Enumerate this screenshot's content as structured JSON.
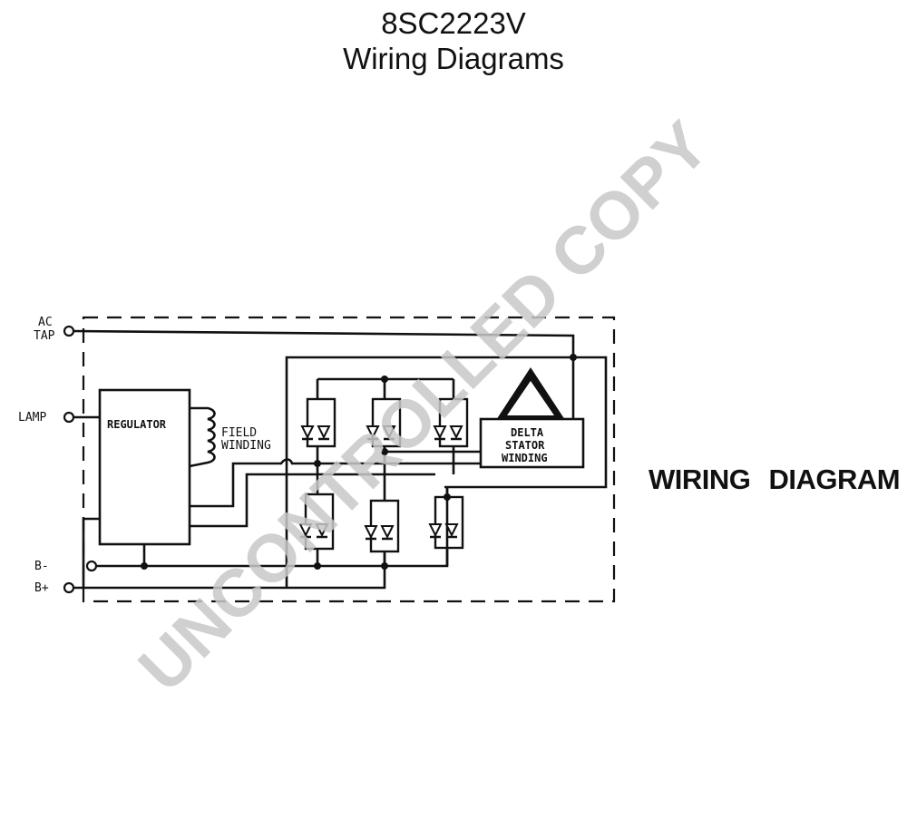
{
  "header": {
    "part_number": "8SC2223V",
    "subtitle": "Wiring Diagrams"
  },
  "side_label": "WIRING DIAGRAM",
  "diagram": {
    "terminals": {
      "ac": "AC",
      "tap": "TAP",
      "lamp": "LAMP",
      "b_minus": "B-",
      "b_plus": "B+"
    },
    "components": {
      "regulator": "REGULATOR",
      "field_line1": "FIELD",
      "field_line2": "WINDING",
      "delta_line1": "DELTA",
      "delta_line2": "STATOR",
      "delta_line3": "WINDING"
    }
  },
  "watermark": {
    "text": "UNCONTROLLED COPY",
    "color": "#c8c8c8"
  }
}
